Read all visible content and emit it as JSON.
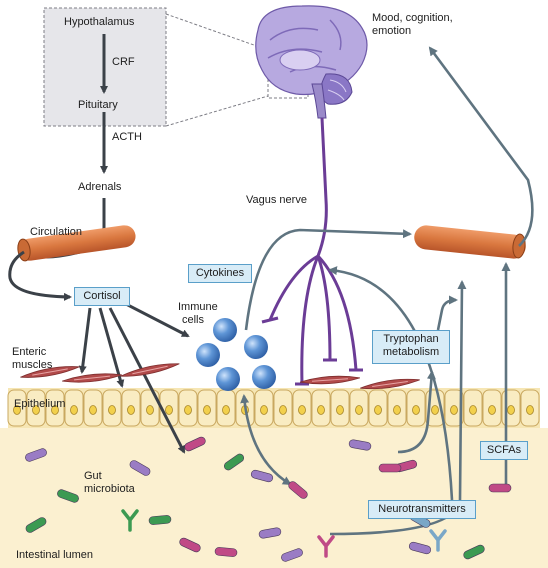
{
  "labels": {
    "hypothalamus": "Hypothalamus",
    "crf": "CRF",
    "pituitary": "Pituitary",
    "acth": "ACTH",
    "adrenals": "Adrenals",
    "circulation": "Circulation",
    "cortisol": "Cortisol",
    "enteric_line1": "Enteric",
    "enteric_line2": "muscles",
    "epithelium": "Epithelium",
    "gut_line1": "Gut",
    "gut_line2": "microbiota",
    "intestinal_lumen": "Intestinal lumen",
    "immune_line1": "Immune",
    "immune_line2": "cells",
    "cytokines": "Cytokines",
    "vagus_nerve": "Vagus nerve",
    "mood_line1": "Mood, cognition,",
    "mood_line2": "emotion",
    "tryptophan_line1": "Tryptophan",
    "tryptophan_line2": "metabolism",
    "scfas": "SCFAs",
    "neurotransmitters": "Neurotransmitters"
  },
  "colors": {
    "hpa_box_fill": "#e6e6ea",
    "blue_box_fill": "#d8ecf7",
    "blue_box_border": "#5a9fc9",
    "dark_arrow": "#3b4148",
    "grey_arrow": "#5f7480",
    "vagus_purple": "#6b3c96",
    "vessel": "#d9773f",
    "epithelium": "#f6e6b4",
    "lumen": "#fbf0d0",
    "muscle": "#b14a4a",
    "immune_cell": "#4a83c8",
    "brain": "#9a8ac9"
  },
  "icons": [
    "brain-icon",
    "blood-vessel-icon",
    "immune-cell-icon",
    "bacteria-icon",
    "muscle-fiber-icon"
  ]
}
